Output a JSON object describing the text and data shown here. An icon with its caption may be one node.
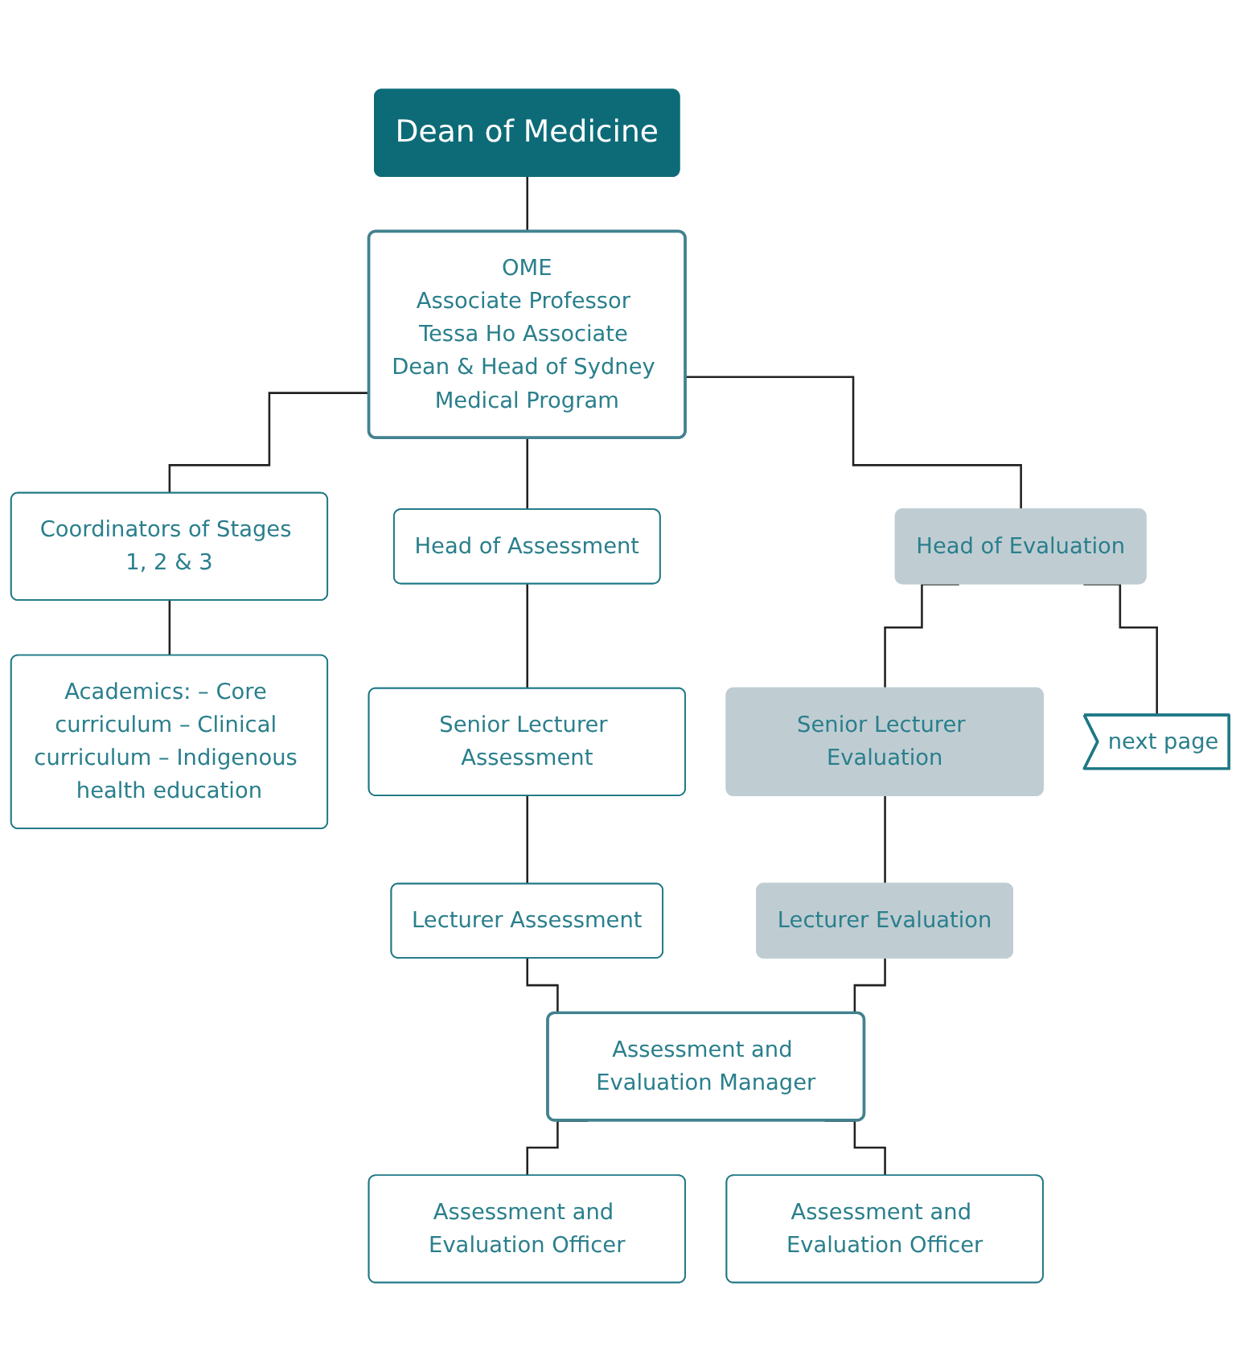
{
  "diagram": {
    "nodes": [
      {
        "text": [
          "Dean of Medicine"
        ]
      },
      {
        "text": [
          "OME",
          "Associate Professor Tessa Ho Associate Dean & Head of Sydney Medical Program"
        ]
      },
      {
        "text": [
          "Coordinators of Stages 1, 2 & 3"
        ]
      },
      {
        "text": [
          "Head of Assessment"
        ]
      },
      {
        "text": [
          "Head of Evaluation"
        ]
      },
      {
        "text": [
          "Academics: – Core curriculum – Clinical curriculum – Indigenous health education"
        ]
      },
      {
        "text": [
          "Senior Lecturer Assessment"
        ]
      },
      {
        "text": [
          "Senior Lecturer Evaluation"
        ]
      },
      {
        "text": [
          "Lecturer Assessment"
        ]
      },
      {
        "text": [
          "Lecturer Evaluation"
        ]
      },
      {
        "text": [
          "Assessment and Evaluation Manager"
        ]
      },
      {
        "text": [
          "Assessment and Evaluation Officer"
        ]
      },
      {
        "text": [
          "Assessment and Evaluation Officer"
        ]
      },
      {
        "text": [
          "next page"
        ]
      }
    ],
    "edges": [
      {
        "from": 0,
        "to": 1,
        "arrow": "none"
      },
      {
        "from": 1,
        "to": 2,
        "arrow": "none"
      },
      {
        "from": 1,
        "to": 3,
        "arrow": "none"
      },
      {
        "from": 1,
        "to": 4,
        "arrow": "none"
      },
      {
        "from": 2,
        "to": 5,
        "arrow": "none"
      },
      {
        "from": 3,
        "to": 6,
        "arrow": "none"
      },
      {
        "from": 6,
        "to": 8,
        "arrow": "none"
      },
      {
        "from": 4,
        "to": 7,
        "arrow": "none"
      },
      {
        "from": 7,
        "to": 9,
        "arrow": "none"
      },
      {
        "from": 8,
        "to": 10,
        "arrow": "none"
      },
      {
        "from": 9,
        "to": 10,
        "arrow": "none"
      },
      {
        "from": 10,
        "to": 11,
        "arrow": "none"
      },
      {
        "from": 10,
        "to": 12,
        "arrow": "none"
      },
      {
        "from": 4,
        "to": 13,
        "arrow": "none"
      }
    ]
  }
}
